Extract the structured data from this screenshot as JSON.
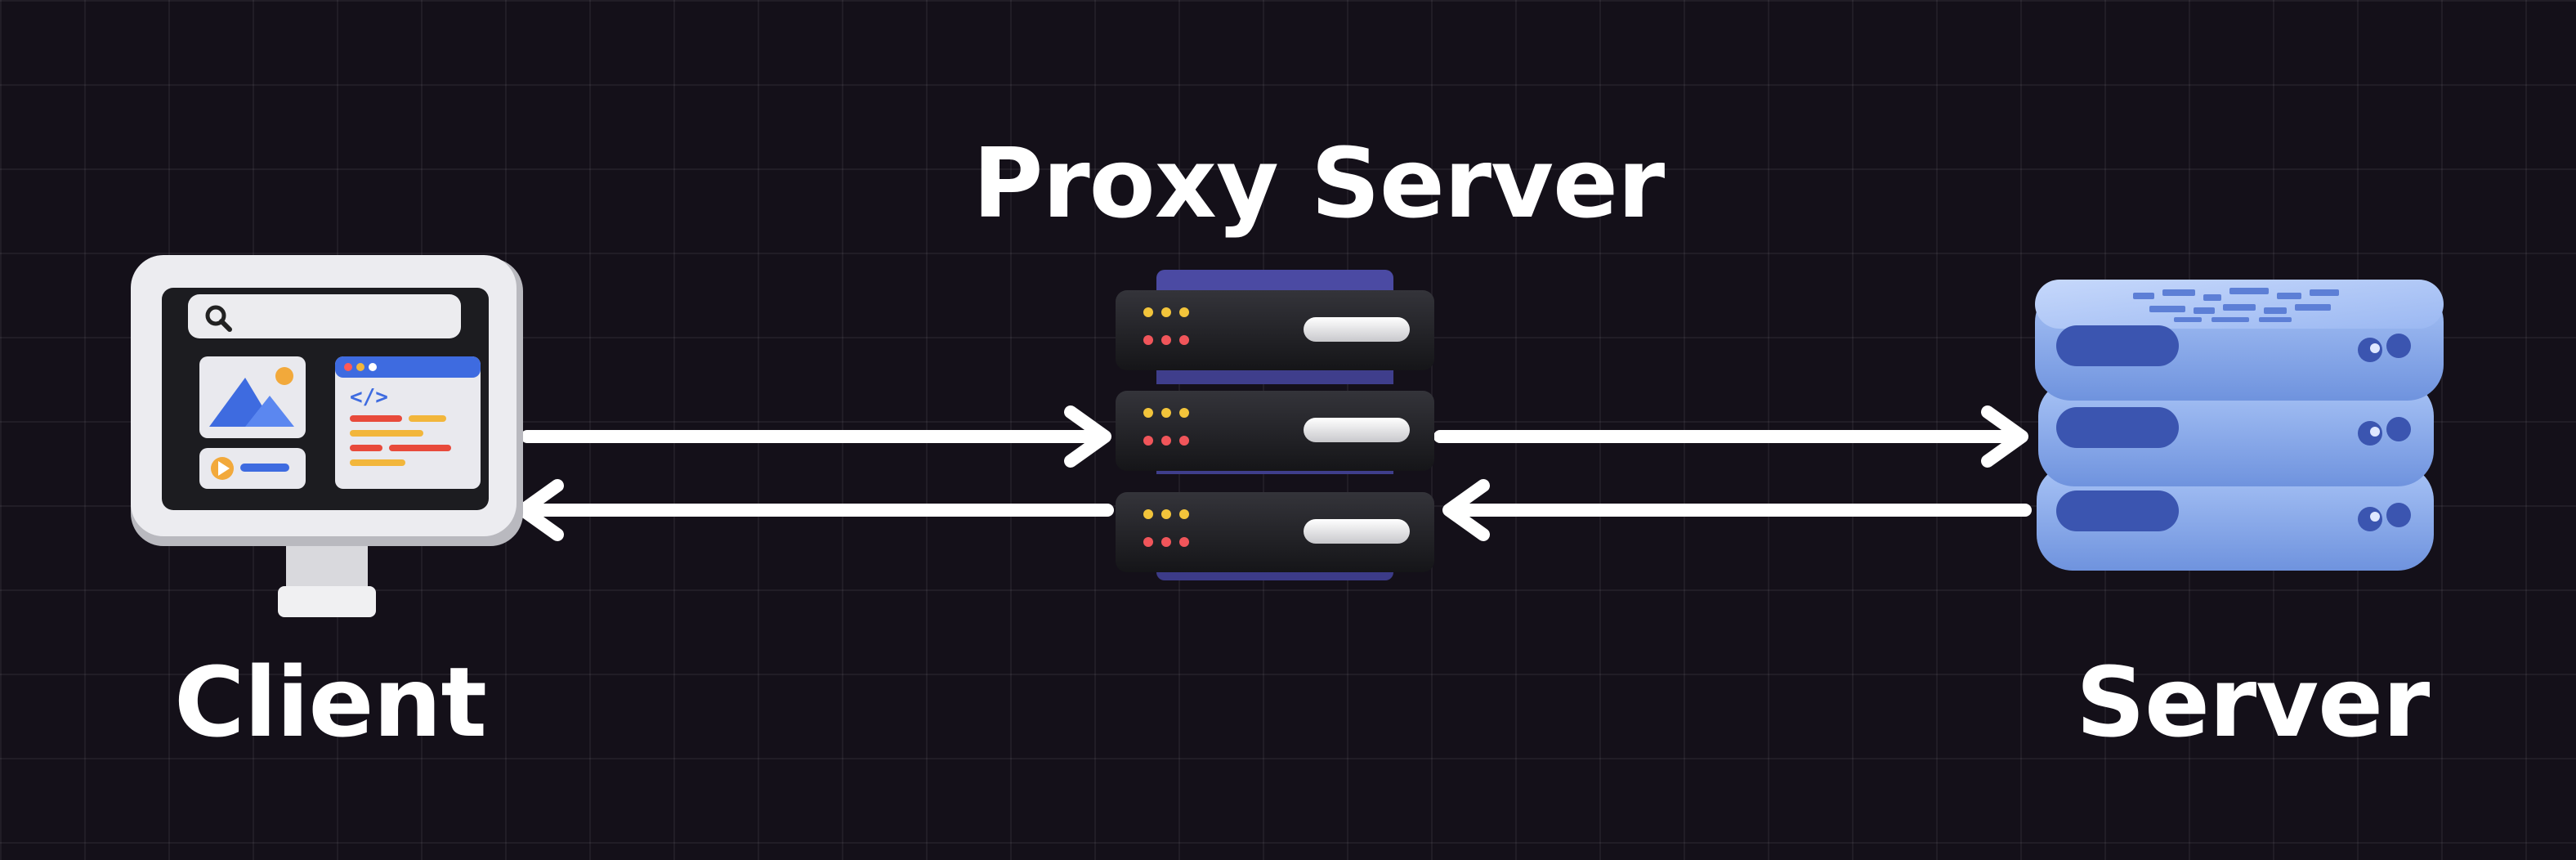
{
  "labels": {
    "proxy": "Proxy Server",
    "client": "Client",
    "server": "Server"
  },
  "nodes": [
    {
      "id": "client",
      "icon": "desktop-monitor-icon"
    },
    {
      "id": "proxy",
      "icon": "server-rack-icon"
    },
    {
      "id": "server",
      "icon": "database-server-icon"
    }
  ],
  "edges": [
    {
      "from": "client",
      "to": "proxy",
      "direction": "right"
    },
    {
      "from": "proxy",
      "to": "client",
      "direction": "left"
    },
    {
      "from": "proxy",
      "to": "server",
      "direction": "right"
    },
    {
      "from": "server",
      "to": "proxy",
      "direction": "left"
    }
  ],
  "colors": {
    "background": "#141019",
    "arrow": "#ffffff",
    "label": "#ffffff",
    "monitor_frame": "#e6e6ea",
    "proxy_body": "#1e1e22",
    "proxy_accent": "#4b4aa3",
    "server_body": "#8fb2f0",
    "server_slot": "#3b55b0"
  }
}
